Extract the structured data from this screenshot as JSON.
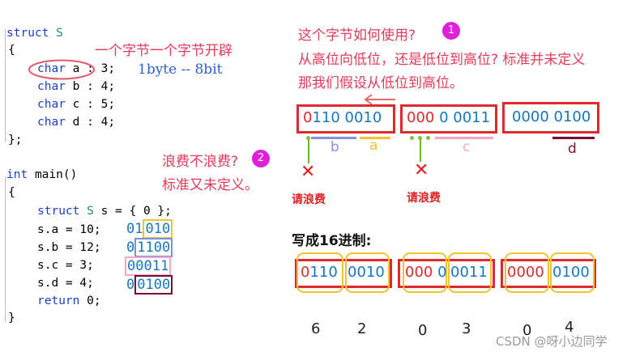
{
  "code": {
    "struct_kw": "struct",
    "struct_name": "S",
    "open_brace": "{",
    "close_struct": "};",
    "type_char": "char",
    "fields": [
      {
        "name": "a",
        "bits": ": 3;"
      },
      {
        "name": "b",
        "bits": ": 4;"
      },
      {
        "name": "c",
        "bits": ": 5;"
      },
      {
        "name": "d",
        "bits": ": 4;"
      }
    ],
    "int_kw": "int",
    "main_sig": "main()",
    "open_brace2": "{",
    "decl_struct": "struct",
    "decl_name": "S",
    "decl_rest": "s = { 0 };",
    "assigns": [
      "s.a = 10;",
      "s.b = 12;",
      "s.c = 3;",
      "s.d = 4;"
    ],
    "return_kw": "return",
    "return_rest": "0;",
    "close_brace": "}"
  },
  "binary_values": [
    {
      "pre": "01",
      "boxed": "010",
      "color": "#f1c232"
    },
    {
      "pre": "0",
      "boxed": "1100",
      "color": "#7f8fe0"
    },
    {
      "pre": "",
      "boxed": "00011",
      "color": "#f4a6c4"
    },
    {
      "pre": "0",
      "boxed": "0100",
      "color": "#7a1030"
    }
  ],
  "annotations": {
    "byte_by_byte": "一个字节一个字节开辟",
    "byte_bits": "1byte -- 8bit",
    "waste_question": "浪费不浪费?",
    "waste_badge": "2",
    "waste_note": "标准又未定义。",
    "usage_question": "这个字节如何使用?",
    "usage_badge": "1",
    "usage_line2": "从高位向低位，还是低位到高位? 标准并未定义",
    "usage_line3": "那我们假设从低位到高位。",
    "waste_label_1": "请浪费",
    "waste_label_2": "请浪费",
    "hex_title": "写成16进制:",
    "watermark": "CSDN @呀小边同学"
  },
  "bytes": [
    {
      "red": "0",
      "rest": "110 0010"
    },
    {
      "red": "000",
      "rest": " 0 0011"
    },
    {
      "red": "",
      "rest": "0000 0100"
    }
  ],
  "field_labels": {
    "b": "b",
    "a": "a",
    "c": "c",
    "d": "d"
  },
  "colors": {
    "a": "#f1c232",
    "b": "#8a8fe0",
    "c": "#f4a6c4",
    "d": "#7a1030"
  },
  "hex_row": [
    {
      "red": "0",
      "rest": "110"
    },
    {
      "red": "",
      "rest": "0010"
    },
    {
      "red": "000",
      "rest": " 0"
    },
    {
      "red": "",
      "rest": "0011"
    },
    {
      "red": "0000",
      "rest": ""
    },
    {
      "red": "",
      "rest": "0100"
    }
  ],
  "hex_digits": [
    "6",
    "2",
    "0",
    "3",
    "0",
    "4"
  ]
}
